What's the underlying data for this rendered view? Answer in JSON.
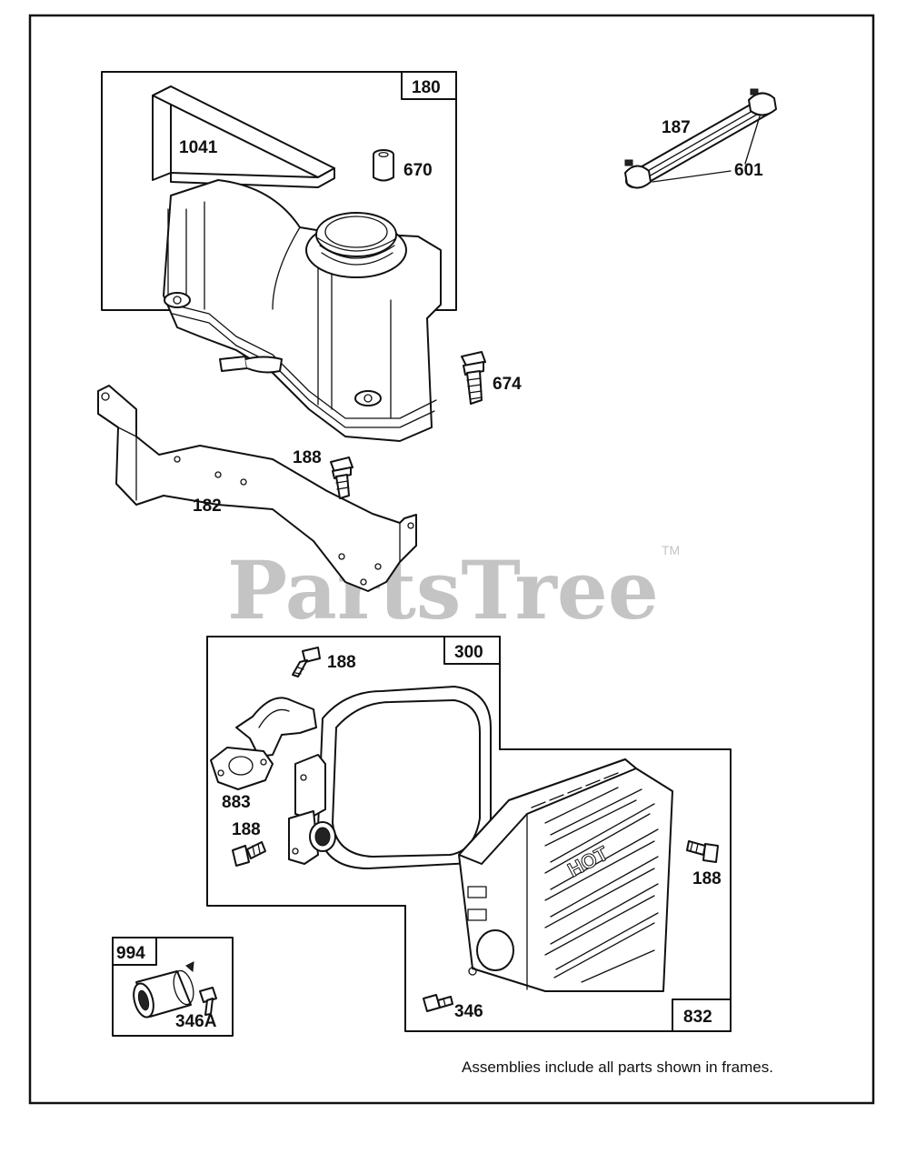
{
  "watermark": {
    "brand": "PartsTree",
    "trademark": "TM"
  },
  "frames": {
    "fuel_tank": "180",
    "muffler": "300",
    "guard": "832",
    "kit": "994"
  },
  "callouts": {
    "tank_strap": "1041",
    "fuel_tank_bushing": "670",
    "fuel_line": "187",
    "hose_clamps": "601",
    "tank_screw": "674",
    "bracket_screw": "188",
    "bracket": "182",
    "muffler_screw_top": "188",
    "gasket": "883",
    "muffler_screw_left": "188",
    "guard_screw_right": "188",
    "guard_screw_bottom": "346",
    "kit_screw": "346A"
  },
  "guard_marking": "HOT",
  "footnote": "Assemblies include all parts shown in frames."
}
